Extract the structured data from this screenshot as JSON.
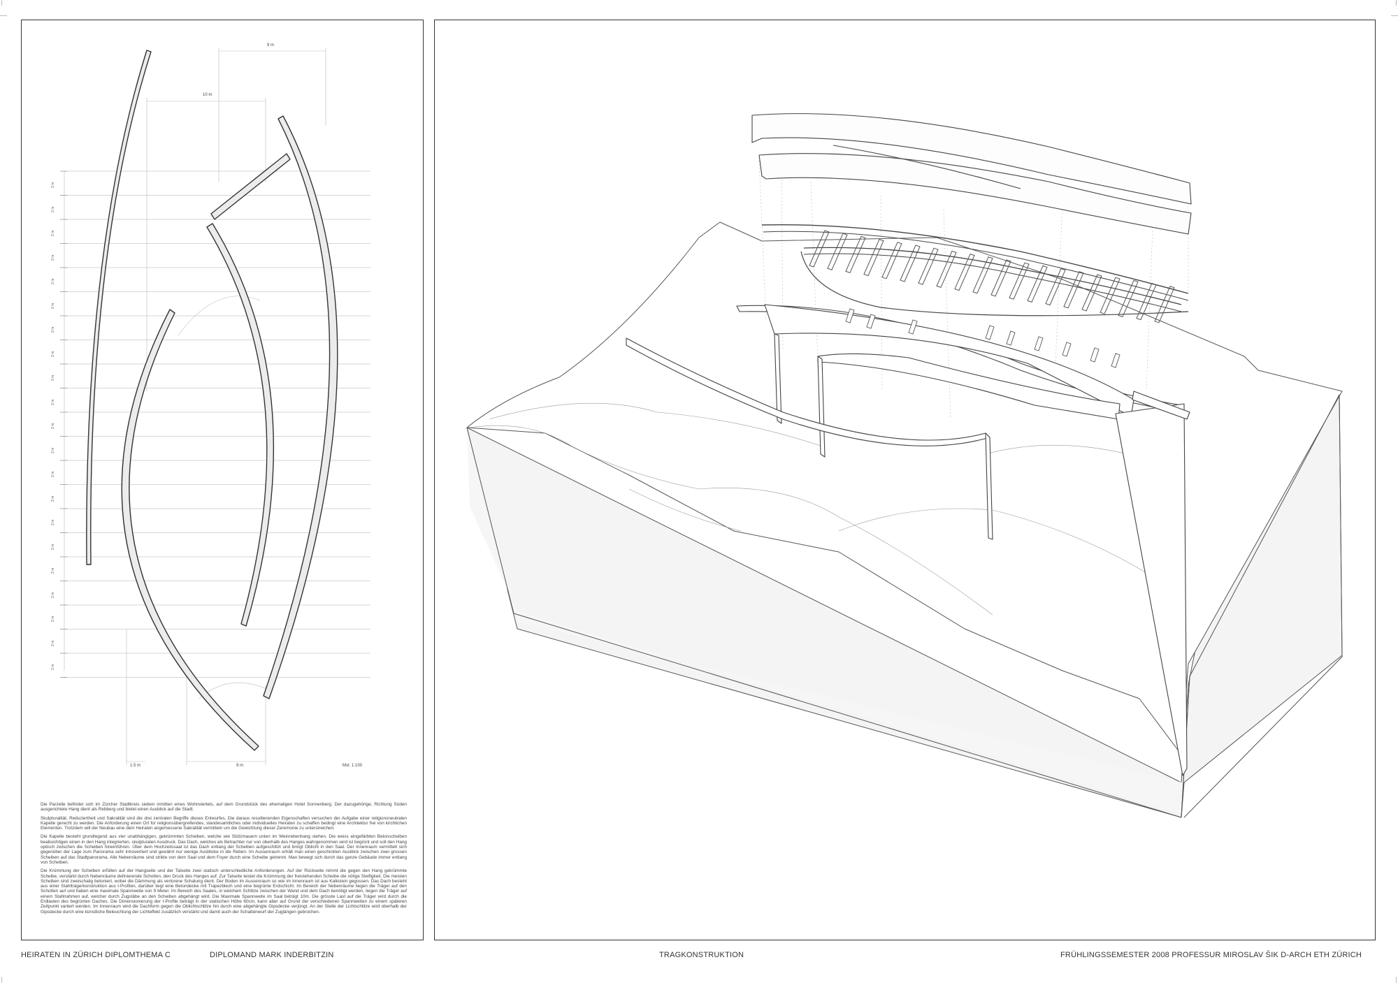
{
  "footer": {
    "project": "HEIRATEN IN ZÜRICH  DIPLOMTHEMA C",
    "author": "DIPLOMAND  MARK INDERBITZIN",
    "sheet_title": "TRAGKONSTRUKTION",
    "credits": "FRÜHLINGSSEMESTER  2008   PROFESSUR MIROSLAV ŠIK    D-ARCH   ETH ZÜRICH"
  },
  "plan": {
    "dim_top_1": "9 m",
    "dim_top_2": "10 m",
    "dim_bottom_left": "1.5 m",
    "dim_bottom_mid": "9 m",
    "scale": "Mst. 1:100",
    "row_label": "2 m",
    "row_count": 21
  },
  "description": {
    "p1": "Die Parzelle befindet sich im Zürcher Stadtkreis sieben inmitten eines Wohnviertels, auf dem Grundstück des ehemaligen Hotel Sonnenberg. Der dazugehörige, Richtung Süden ausgerichtete Hang dient als Rebberg und bietet einen Ausblick auf die Stadt.",
    "p2": "Skulpturalität, Reduziertheit und Sakralität sind die drei zentralen Begriffe dieses Entwurfes. Die daraus resultierenden Eigenschaften versuchen der Aufgabe einer religionsneutralen Kapelle gerecht zu werden. Die Anforderung einen Ort für religionsübergreifendes, standesamtliches oder individuelles Heiraten zu schaffen bedingt eine Architektur frei von kirchlichen Elementen. Trotzdem will der Neubau eine dem Heiraten angemessene Sakralität vermitteln um die Gewichtung dieser Zeremonie zu unterstreichen.",
    "p3": "Die Kapelle besteht grundlegend aus vier unabhängigen, gekrümmten Scheiben, welche wie Stützmauern unten im Weinrebenhang stehen. Die weiss eingefärbten Betonscheiben beabsichtigen einen in den Hang integrierten, skulpturalen Ausdruck. Das Dach, welches als Betrachter nur von oberhalb des Hanges wahrgenommen wird ist begrünt und soll den Hang optisch zwischen die Scheiben hineinführen. Über dem Hochzeitssaal ist das Dach entlang der Scheiben aufgeschlitzt und bringt Oblicht in den Saal. Der Innenraum vermittelt sich gegenüber der Lage zum Panorama sehr introvertiert und gewährt nur wenige Ausblicke in die Reben. Im Aussenraum erhält man einen geschickten Ausblick zwischen zwei grossen Scheiben auf das Stadtpanorama. Alle Nebenräume sind strikte von dem Saal und dem Foyer durch eine Scheibe getrennt. Man bewegt sich durch das ganze Gebäude immer entlang von Scheiben.",
    "p4": "Die Krümmung der Scheiben erfüllen auf der Hangseite und der Talseite zwei statisch unterschiedliche Anforderungen. Auf der Rückseite nimmt die gegen den Hang gekrümmte Scheibe, verstärkt durch Nebenräume definierende Schotten, den Druck des Hanges auf. Zur Talseite leistet die Krümmung der freistehenden Scheibe die nötige Steifigkeit. Die meisten Scheiben sind zweischalig betoniert, wobei die Dämmung als verlorene Schalung dient. Der Boden im Aussenraum so wie im Innenraum ist aus Kalkstein gegossen. Das Dach besteht aus einer Stahlträgerkonstruktion aus I-Profilen, darüber liegt eine Betondecke mit Trapezblech und eine begrünte Erdschicht. Im Bereich der Nebenräume liegen die Träger auf den Schotten auf und haben eine maximale Spannweite von 9 Meter. Im Bereich des Saales, in welchem Schlitze zwischen der Wand und dem Dach benötigt werden, liegen die Träger auf einem Stahlrahmen auf, welcher durch Zugstäbe an den Scheiben abgehängt wird. Die Maximale Spannweite im Saal beträgt 10m. Die grösste Last auf die Träger wird durch die Erdlasten des begrünten Daches. Die Dimensionierung der I-Profile beträgt in der statischen Höhe 60cm, kann aber auf Grund der verschiedenen Spannweiten zu einem späteren Zeitpunkt variiert werden. Im Innenraum wird die Dachform gegen die Oblichtschlitze hin durch eine abgehängte Gipsdecke verjüngt. An der Stelle der Lichtschlitze wird oberhalb der Gipsdecke durch eine künstliche Beleuchtung der Lichteffekt zusätzlich verstärkt und damit auch der Schattenwurf der Zuglängen gebrochen."
  }
}
